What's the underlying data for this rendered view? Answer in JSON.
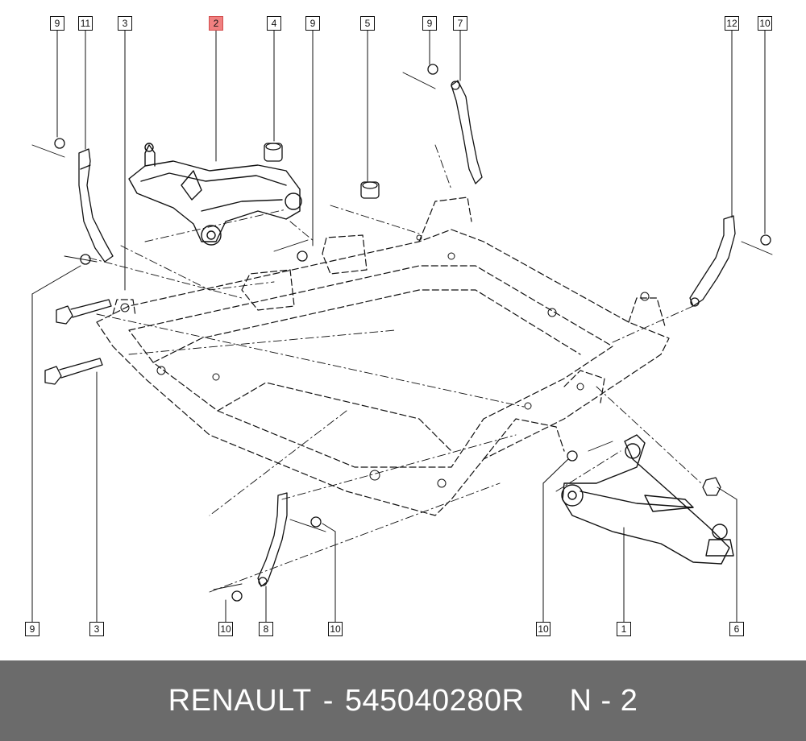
{
  "callouts": {
    "top": [
      "9",
      "11",
      "3",
      "2",
      "4",
      "9",
      "5",
      "9",
      "7",
      "12",
      "10"
    ],
    "bottom": [
      "9",
      "3",
      "10",
      "8",
      "10",
      "10",
      "1",
      "6"
    ]
  },
  "footer": {
    "brand": "RENAULT",
    "sep": "-",
    "part_number": "545040280R",
    "page": "N - 2"
  },
  "colors": {
    "highlight": "#f08080",
    "footer_bg": "#6b6b6b",
    "line": "#111111"
  }
}
